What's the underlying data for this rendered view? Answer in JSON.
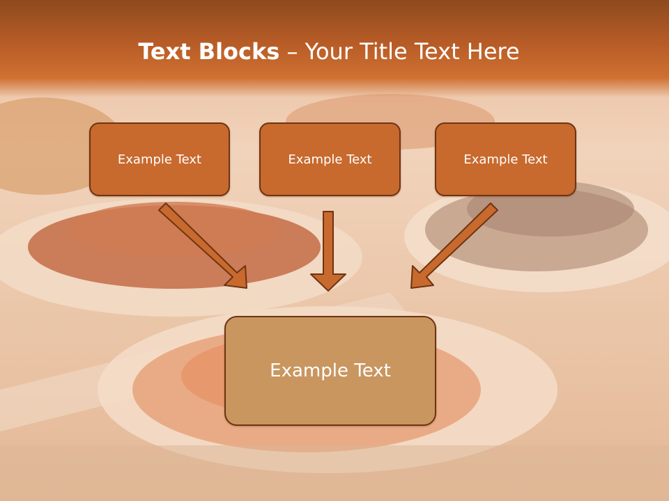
{
  "slide": {
    "title_bold": "Text Blocks",
    "title_sep": " – ",
    "title_rest": "Your Title Text Here"
  },
  "blocks": [
    {
      "label": "Example Text"
    },
    {
      "label": "Example Text"
    },
    {
      "label": "Example Text"
    }
  ],
  "main_block": {
    "label": "Example Text"
  },
  "colors": {
    "title_band": "#b85c27",
    "box_fill": "#c8692e",
    "box_border": "#6e3412",
    "main_box_fill": "#c9965f",
    "arrow_fill": "#c8692e",
    "text": "#ffffff"
  },
  "arrows": [
    {
      "icon": "arrow-down-right-icon"
    },
    {
      "icon": "arrow-down-icon"
    },
    {
      "icon": "arrow-down-left-icon"
    }
  ]
}
